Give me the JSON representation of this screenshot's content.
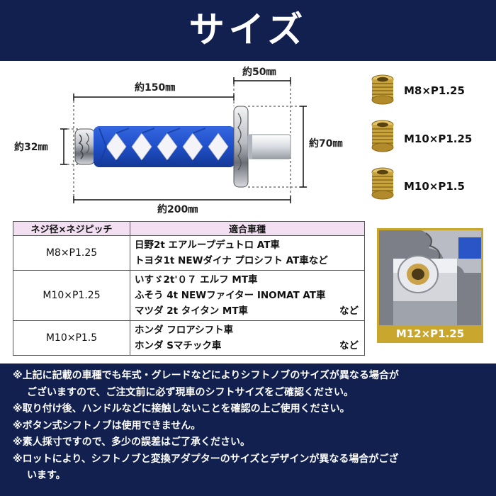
{
  "header": {
    "title": "サイズ"
  },
  "dimensions": {
    "total_width": "約150㎜",
    "shaft_length": "約50㎜",
    "diameter": "約32㎜",
    "height": "約70㎜",
    "overall_length": "約200㎜"
  },
  "adapters": [
    {
      "label": "M8×P1.25"
    },
    {
      "label": "M10×P1.25"
    },
    {
      "label": "M10×P1.5"
    }
  ],
  "table": {
    "headers": [
      "ネジ径×ネジピッチ",
      "適合車種"
    ],
    "rows": [
      {
        "size": "M8×P1.25",
        "models": [
          {
            "text": "日野2t エアループデュトロ AT車",
            "suffix": ""
          },
          {
            "text": "トヨタ1t NEWダイナ プロシフト AT車など",
            "suffix": ""
          }
        ]
      },
      {
        "size": "M10×P1.25",
        "models": [
          {
            "text": "いすゞ2t'０７ エルフ MT車",
            "suffix": ""
          },
          {
            "text": "ふそう 4t NEWファイター INOMAT AT車",
            "suffix": ""
          },
          {
            "text": "マツダ 2t タイタン MT車",
            "suffix": "など"
          }
        ]
      },
      {
        "size": "M10×P1.5",
        "models": [
          {
            "text": "ホンダ フロアシフト車",
            "suffix": ""
          },
          {
            "text": "ホンダ Sマチック車",
            "suffix": "など"
          }
        ]
      }
    ]
  },
  "photo": {
    "label": "M12×P1.25"
  },
  "notes": [
    {
      "text": "※上記に記載の車種でも年式・グレードなどによりシフトノブのサイズが異なる場合が",
      "cont": false
    },
    {
      "text": "ございますので、ご注文前に必ず現車のシフトサイズをご確認ください。",
      "cont": true
    },
    {
      "text": "※取り付け後、ハンドルなどに接触しないことを確認の上ご使用ください。",
      "cont": false
    },
    {
      "text": "※ボタン式シフトノブは使用できません。",
      "cont": false
    },
    {
      "text": "※素人採寸ですので、多少の誤差はご了承ください。",
      "cont": false
    },
    {
      "text": "※ロットにより、シフトノブと変換アダプターのサイズとデザインが異なる場合がござ",
      "cont": false
    },
    {
      "text": "います。",
      "cont": true
    }
  ],
  "colors": {
    "navy": "#12204f",
    "gold": "#c9a72f",
    "blue_wrap": "#1f4fc8",
    "header_pink": "#f2dff2"
  }
}
